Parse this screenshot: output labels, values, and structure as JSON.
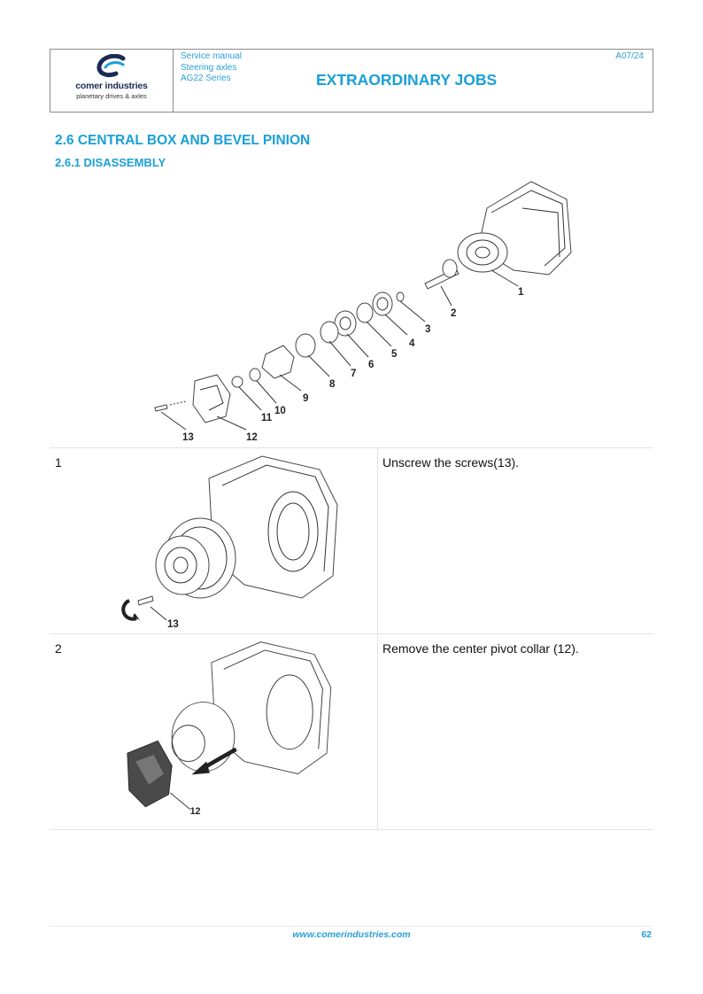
{
  "header": {
    "logo_name": "comer industries",
    "logo_tagline": "planetary drives & axles",
    "meta_line1": "Service manual",
    "meta_line2": "Steering axles",
    "meta_line3": "AG22 Series",
    "doc_code": "A07/24",
    "title": "EXTRAORDINARY JOBS"
  },
  "section": {
    "heading": "2.6 CENTRAL BOX AND BEVEL PINION",
    "subheading": "2.6.1    DISASSEMBLY"
  },
  "exploded_view": {
    "callouts": [
      "1",
      "2",
      "3",
      "4",
      "5",
      "6",
      "7",
      "8",
      "9",
      "10",
      "11",
      "12",
      "13"
    ]
  },
  "steps": [
    {
      "number": "1",
      "text": "Unscrew the screws(13).",
      "callout": "13"
    },
    {
      "number": "2",
      "text": "Remove the center pivot collar (12).",
      "callout": "12"
    }
  ],
  "footer": {
    "url": "www.comerindustries.com",
    "page": "62"
  },
  "colors": {
    "accent": "#1aa0d8",
    "logo_navy": "#1d2a55"
  }
}
